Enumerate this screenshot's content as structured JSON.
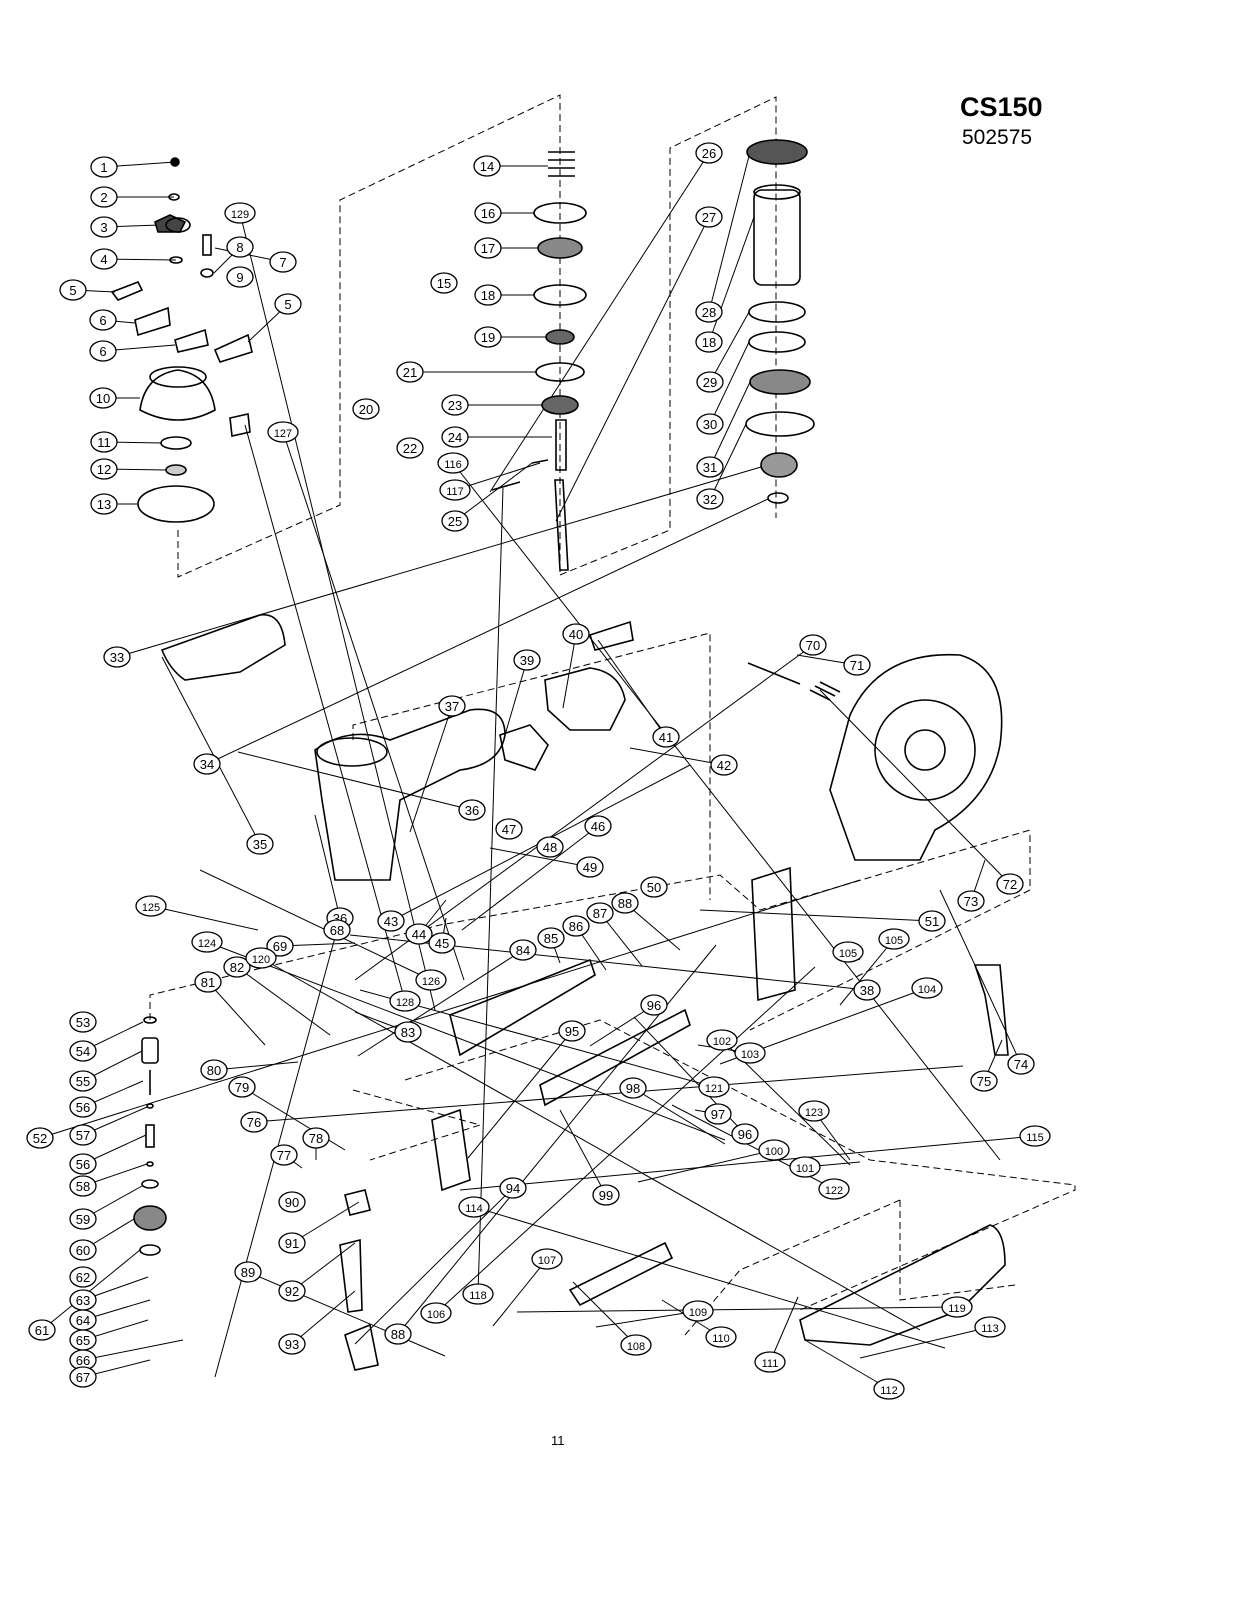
{
  "header": {
    "model": "CS150",
    "part_number": "502575"
  },
  "footer": {
    "page_number": "11"
  },
  "parts": [
    {
      "label": "1"
    },
    {
      "label": "2"
    },
    {
      "label": "3"
    },
    {
      "label": "4"
    },
    {
      "label": "5"
    },
    {
      "label": "5"
    },
    {
      "label": "6"
    },
    {
      "label": "6"
    },
    {
      "label": "7"
    },
    {
      "label": "8"
    },
    {
      "label": "9"
    },
    {
      "label": "10"
    },
    {
      "label": "11"
    },
    {
      "label": "12"
    },
    {
      "label": "13"
    },
    {
      "label": "14"
    },
    {
      "label": "15"
    },
    {
      "label": "16"
    },
    {
      "label": "17"
    },
    {
      "label": "18"
    },
    {
      "label": "19"
    },
    {
      "label": "20"
    },
    {
      "label": "21"
    },
    {
      "label": "22"
    },
    {
      "label": "23"
    },
    {
      "label": "24"
    },
    {
      "label": "25"
    },
    {
      "label": "26"
    },
    {
      "label": "27"
    },
    {
      "label": "28"
    },
    {
      "label": "18"
    },
    {
      "label": "29"
    },
    {
      "label": "30"
    },
    {
      "label": "31"
    },
    {
      "label": "32"
    },
    {
      "label": "33"
    },
    {
      "label": "34"
    },
    {
      "label": "35"
    },
    {
      "label": "36"
    },
    {
      "label": "36"
    },
    {
      "label": "37"
    },
    {
      "label": "38"
    },
    {
      "label": "39"
    },
    {
      "label": "40"
    },
    {
      "label": "41"
    },
    {
      "label": "42"
    },
    {
      "label": "43"
    },
    {
      "label": "44"
    },
    {
      "label": "45"
    },
    {
      "label": "46"
    },
    {
      "label": "47"
    },
    {
      "label": "48"
    },
    {
      "label": "49"
    },
    {
      "label": "50"
    },
    {
      "label": "51"
    },
    {
      "label": "52"
    },
    {
      "label": "53"
    },
    {
      "label": "54"
    },
    {
      "label": "55"
    },
    {
      "label": "56"
    },
    {
      "label": "57"
    },
    {
      "label": "56"
    },
    {
      "label": "58"
    },
    {
      "label": "59"
    },
    {
      "label": "60"
    },
    {
      "label": "61"
    },
    {
      "label": "62"
    },
    {
      "label": "63"
    },
    {
      "label": "64"
    },
    {
      "label": "65"
    },
    {
      "label": "66"
    },
    {
      "label": "67"
    },
    {
      "label": "68"
    },
    {
      "label": "69"
    },
    {
      "label": "70"
    },
    {
      "label": "71"
    },
    {
      "label": "72"
    },
    {
      "label": "73"
    },
    {
      "label": "74"
    },
    {
      "label": "75"
    },
    {
      "label": "76"
    },
    {
      "label": "77"
    },
    {
      "label": "78"
    },
    {
      "label": "79"
    },
    {
      "label": "80"
    },
    {
      "label": "81"
    },
    {
      "label": "82"
    },
    {
      "label": "83"
    },
    {
      "label": "84"
    },
    {
      "label": "85"
    },
    {
      "label": "86"
    },
    {
      "label": "87"
    },
    {
      "label": "88"
    },
    {
      "label": "88"
    },
    {
      "label": "89"
    },
    {
      "label": "90"
    },
    {
      "label": "91"
    },
    {
      "label": "92"
    },
    {
      "label": "93"
    },
    {
      "label": "94"
    },
    {
      "label": "95"
    },
    {
      "label": "96"
    },
    {
      "label": "96"
    },
    {
      "label": "97"
    },
    {
      "label": "98"
    },
    {
      "label": "99"
    },
    {
      "label": "100"
    },
    {
      "label": "101"
    },
    {
      "label": "102"
    },
    {
      "label": "103"
    },
    {
      "label": "104"
    },
    {
      "label": "105"
    },
    {
      "label": "105"
    },
    {
      "label": "106"
    },
    {
      "label": "107"
    },
    {
      "label": "108"
    },
    {
      "label": "109"
    },
    {
      "label": "110"
    },
    {
      "label": "111"
    },
    {
      "label": "112"
    },
    {
      "label": "113"
    },
    {
      "label": "114"
    },
    {
      "label": "115"
    },
    {
      "label": "116"
    },
    {
      "label": "117"
    },
    {
      "label": "118"
    },
    {
      "label": "119"
    },
    {
      "label": "120"
    },
    {
      "label": "121"
    },
    {
      "label": "122"
    },
    {
      "label": "123"
    },
    {
      "label": "124"
    },
    {
      "label": "125"
    },
    {
      "label": "126"
    },
    {
      "label": "127"
    },
    {
      "label": "128"
    },
    {
      "label": "129"
    }
  ]
}
